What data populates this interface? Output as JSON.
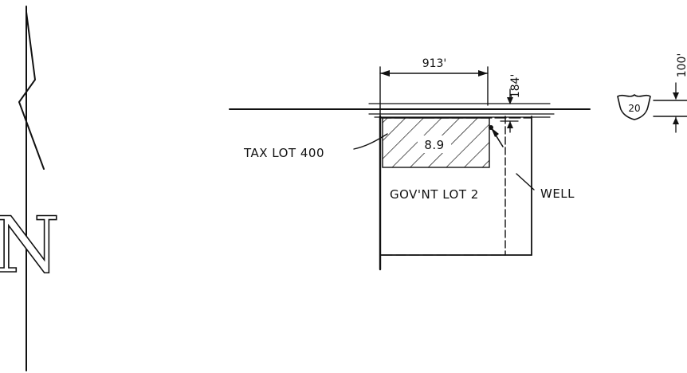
{
  "north_arrow": {
    "letter": "N"
  },
  "highway": {
    "route_number": "20"
  },
  "dimensions": {
    "width": "913'",
    "offset": "184'",
    "right_of_way": "100'"
  },
  "parcels": {
    "tax_lot": "TAX LOT 400",
    "acreage": "8.9",
    "govt_lot": "GOV'NT LOT 2"
  },
  "features": {
    "well": "WELL"
  },
  "colors": {
    "ink": "#111111",
    "paper": "#ffffff"
  }
}
